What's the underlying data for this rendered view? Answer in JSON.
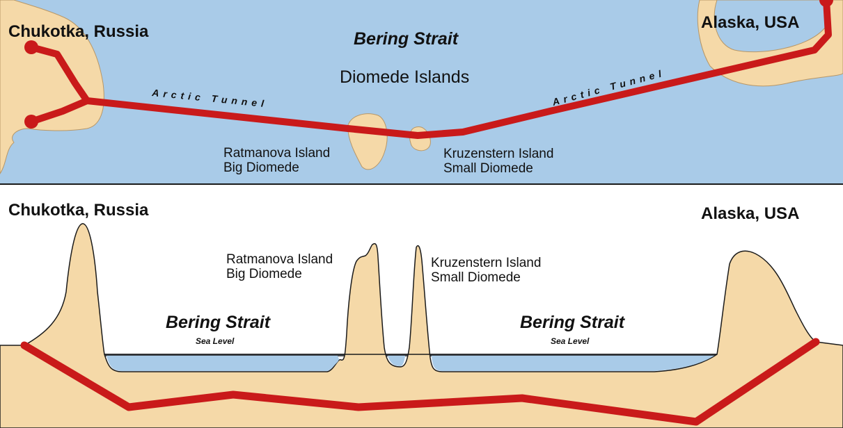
{
  "map": {
    "region_left": "Chukotka, Russia",
    "region_right": "Alaska, USA",
    "title": "Bering Strait",
    "subtitle": "Diomede Islands",
    "tunnel_label_left": "Arctic Tunnel",
    "tunnel_label_right": "Arctic Tunnel",
    "island_big_name": "Ratmanova Island",
    "island_big_alt": "Big Diomede",
    "island_small_name": "Kruzenstern Island",
    "island_small_alt": "Small Diomede"
  },
  "profile": {
    "region_left": "Chukotka, Russia",
    "region_right": "Alaska, USA",
    "island_big_name": "Ratmanova Island",
    "island_big_alt": "Big Diomede",
    "island_small_name": "Kruzenstern Island",
    "island_small_alt": "Small Diomede",
    "strait_left": "Bering Strait",
    "strait_left_sub": "Sea Level",
    "strait_right": "Bering Strait",
    "strait_right_sub": "Sea Level"
  },
  "colors": {
    "water": "#a9cbe8",
    "land": "#f5d9a8",
    "tunnel": "#c91a1a",
    "outline": "#1a1a1a"
  }
}
